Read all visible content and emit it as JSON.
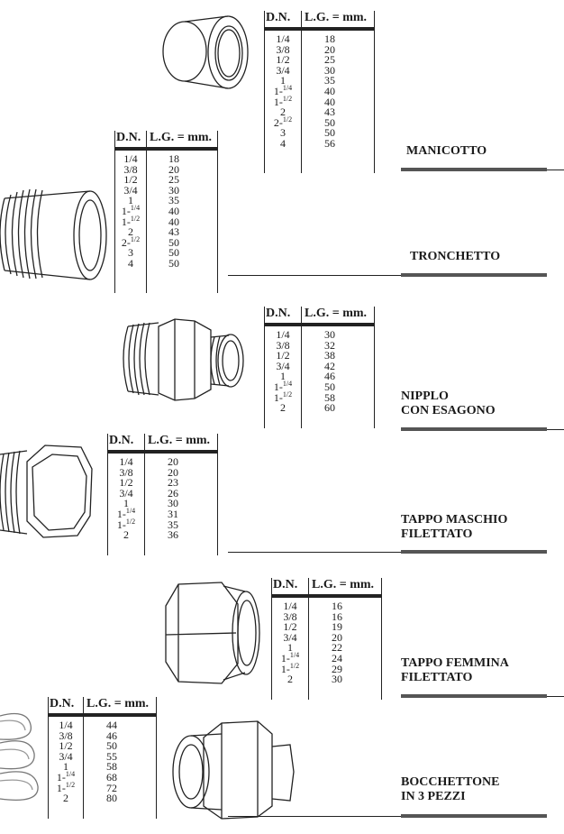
{
  "headers": {
    "dn": "D.N.",
    "lg": "L.G. = mm."
  },
  "products": [
    {
      "name_lines": [
        "MANICOTTO"
      ],
      "icon": "coupling-icon",
      "rows": [
        {
          "dn": "1/4",
          "lg": "18"
        },
        {
          "dn": "3/8",
          "lg": "20"
        },
        {
          "dn": "1/2",
          "lg": "25"
        },
        {
          "dn": "3/4",
          "lg": "30"
        },
        {
          "dn": "1",
          "lg": "35"
        },
        {
          "dn": "1-1/4",
          "lg": "40"
        },
        {
          "dn": "1-1/2",
          "lg": "40"
        },
        {
          "dn": "2",
          "lg": "43"
        },
        {
          "dn": "2-1/2",
          "lg": "50"
        },
        {
          "dn": "3",
          "lg": "50"
        },
        {
          "dn": "4",
          "lg": "56"
        }
      ]
    },
    {
      "name_lines": [
        "TRONCHETTO"
      ],
      "icon": "pipe-nipple-icon",
      "rows": [
        {
          "dn": "1/4",
          "lg": "18"
        },
        {
          "dn": "3/8",
          "lg": "20"
        },
        {
          "dn": "1/2",
          "lg": "25"
        },
        {
          "dn": "3/4",
          "lg": "30"
        },
        {
          "dn": "1",
          "lg": "35"
        },
        {
          "dn": "1-1/4",
          "lg": "40"
        },
        {
          "dn": "1-1/2",
          "lg": "40"
        },
        {
          "dn": "2",
          "lg": "43"
        },
        {
          "dn": "2-1/2",
          "lg": "50"
        },
        {
          "dn": "3",
          "lg": "50"
        },
        {
          "dn": "4",
          "lg": "50"
        }
      ]
    },
    {
      "name_lines": [
        "NIPPLO",
        "CON ESAGONO"
      ],
      "icon": "hex-nipple-icon",
      "rows": [
        {
          "dn": "1/4",
          "lg": "30"
        },
        {
          "dn": "3/8",
          "lg": "32"
        },
        {
          "dn": "1/2",
          "lg": "38"
        },
        {
          "dn": "3/4",
          "lg": "42"
        },
        {
          "dn": "1",
          "lg": "46"
        },
        {
          "dn": "1-1/4",
          "lg": "50"
        },
        {
          "dn": "1-1/2",
          "lg": "58"
        },
        {
          "dn": "2",
          "lg": "60"
        }
      ]
    },
    {
      "name_lines": [
        "TAPPO MASCHIO",
        "FILETTATO"
      ],
      "icon": "male-plug-icon",
      "rows": [
        {
          "dn": "1/4",
          "lg": "20"
        },
        {
          "dn": "3/8",
          "lg": "20"
        },
        {
          "dn": "1/2",
          "lg": "23"
        },
        {
          "dn": "3/4",
          "lg": "26"
        },
        {
          "dn": "1",
          "lg": "30"
        },
        {
          "dn": "1-1/4",
          "lg": "31"
        },
        {
          "dn": "1-1/2",
          "lg": "35"
        },
        {
          "dn": "2",
          "lg": "36"
        }
      ]
    },
    {
      "name_lines": [
        "TAPPO FEMMINA",
        "FILETTATO"
      ],
      "icon": "female-cap-icon",
      "rows": [
        {
          "dn": "1/4",
          "lg": "16"
        },
        {
          "dn": "3/8",
          "lg": "16"
        },
        {
          "dn": "1/2",
          "lg": "19"
        },
        {
          "dn": "3/4",
          "lg": "20"
        },
        {
          "dn": "1",
          "lg": "22"
        },
        {
          "dn": "1-1/4",
          "lg": "24"
        },
        {
          "dn": "1-1/2",
          "lg": "29"
        },
        {
          "dn": "2",
          "lg": "30"
        }
      ]
    },
    {
      "name_lines": [
        "BOCCHETTONE",
        "IN 3 PEZZI"
      ],
      "icon": "union-icon",
      "rows": [
        {
          "dn": "1/4",
          "lg": "44"
        },
        {
          "dn": "3/8",
          "lg": "46"
        },
        {
          "dn": "1/2",
          "lg": "50"
        },
        {
          "dn": "3/4",
          "lg": "55"
        },
        {
          "dn": "1",
          "lg": "58"
        },
        {
          "dn": "1-1/4",
          "lg": "68"
        },
        {
          "dn": "1-1/2",
          "lg": "72"
        },
        {
          "dn": "2",
          "lg": "80"
        }
      ]
    }
  ]
}
